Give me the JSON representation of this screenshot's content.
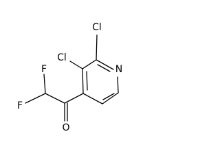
{
  "molecule": {
    "atoms": {
      "cl_top": "Cl",
      "cl_left": "Cl",
      "n": "N",
      "f_top": "F",
      "f_bottom": "F",
      "o": "O"
    }
  }
}
